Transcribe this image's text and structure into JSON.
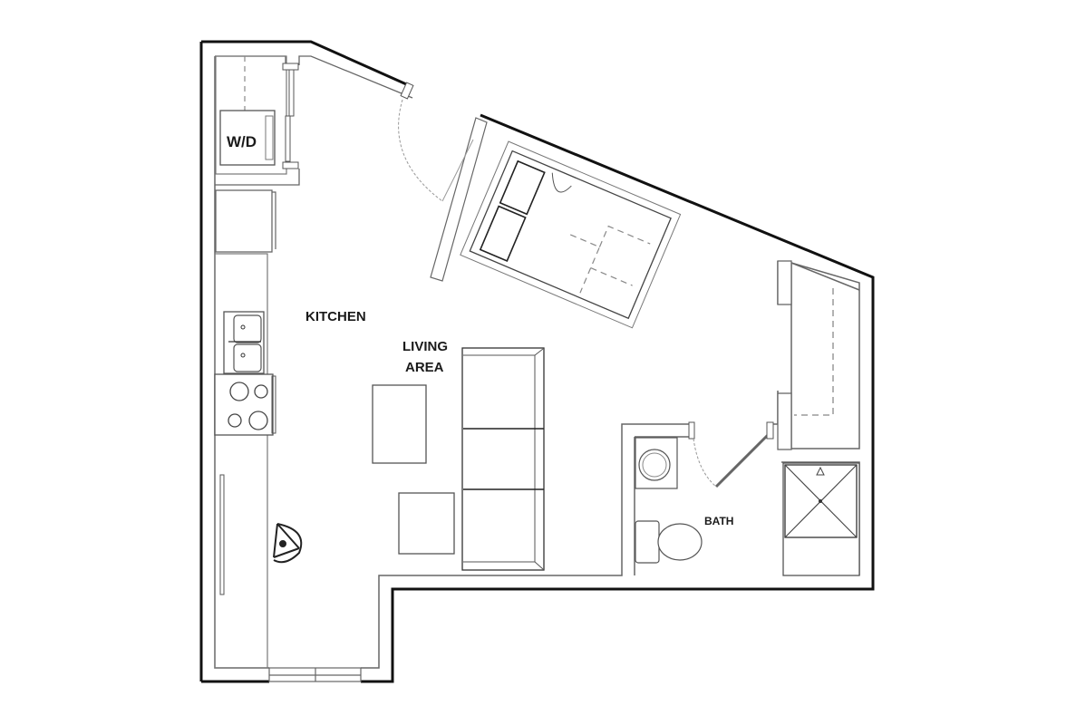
{
  "plan": {
    "type": "studio apartment floor plan",
    "colors": {
      "background": "#ffffff",
      "outer_wall": "#111111",
      "inner_line": "#555555",
      "dashed_line": "#888888",
      "label": "#1a1a1a"
    }
  },
  "rooms": {
    "washer_dryer": "W/D",
    "kitchen": "KITCHEN",
    "living_line1": "LIVING",
    "living_line2": "AREA",
    "bath": "BATH"
  },
  "fixtures": [
    "washer-dryer",
    "refrigerator",
    "double-sink",
    "cooktop",
    "pantry-door",
    "entry-door",
    "bed",
    "headboard-shelf",
    "closet",
    "sofa",
    "coffee-table",
    "ottoman",
    "desk-chair",
    "bath-sink",
    "toilet",
    "shower",
    "window"
  ]
}
